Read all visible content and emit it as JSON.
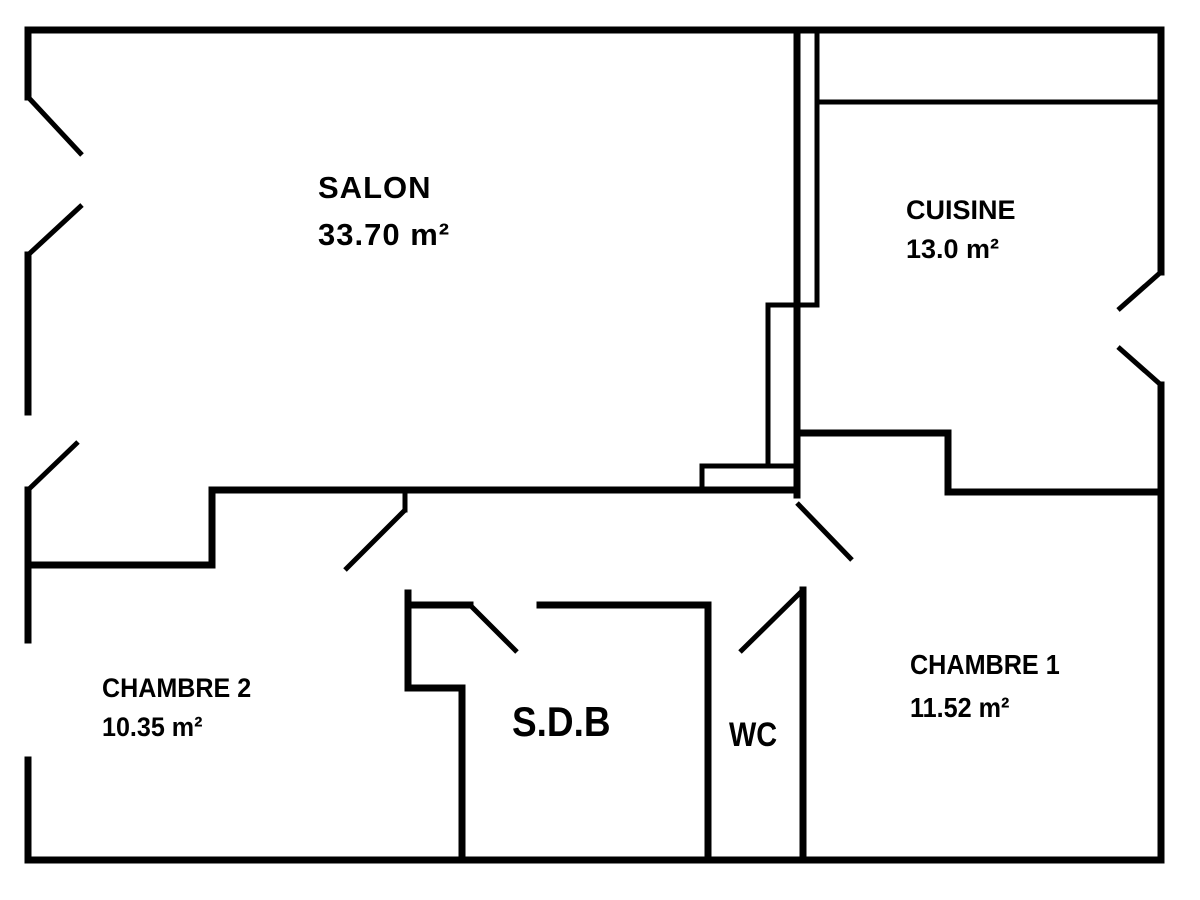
{
  "rooms": {
    "salon": {
      "name": "SALON",
      "area": "33.70 m²"
    },
    "cuisine": {
      "name": "CUISINE",
      "area": "13.0 m²"
    },
    "chambre2": {
      "name": "CHAMBRE 2",
      "area": "10.35 m²"
    },
    "chambre1": {
      "name": "CHAMBRE 1",
      "area": "11.52 m²"
    },
    "sdb": {
      "name": "S.D.B"
    },
    "wc": {
      "name": "WC"
    }
  },
  "colors": {
    "wall": "#000000",
    "background": "#ffffff"
  }
}
